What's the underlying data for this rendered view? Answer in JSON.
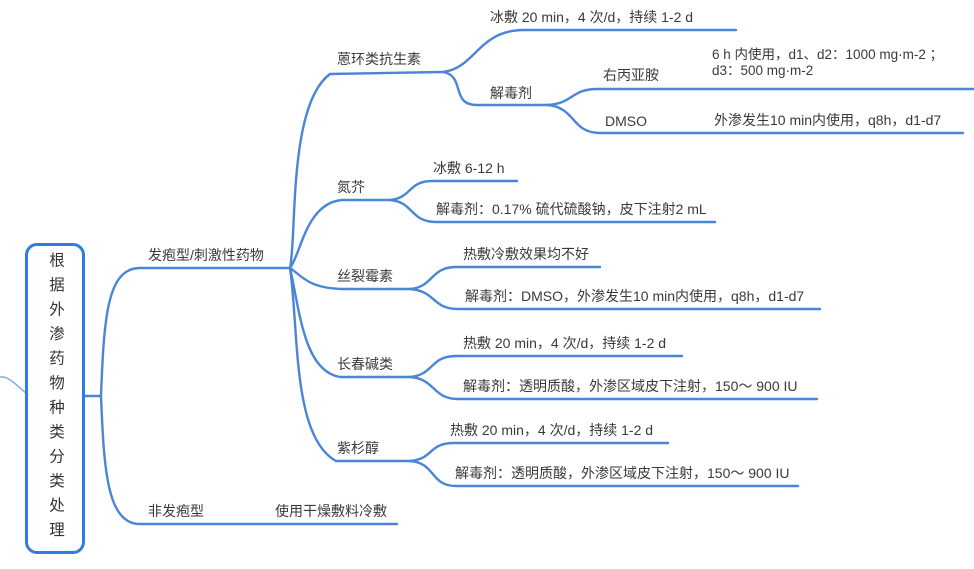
{
  "colors": {
    "edge_line": "#4a86d8",
    "root_border": "#2f7ce4",
    "text": "#3a3a3a",
    "background": "#ffffff",
    "faint_tail": "#85aade"
  },
  "mindmap": {
    "root": "根据外渗药物种类分类处理",
    "branches": [
      {
        "label": "发疱型/刺激性药物",
        "children": [
          {
            "label": "蒽环类抗生素",
            "children": [
              {
                "label": "冰敷 20 min，4 次/d，持续 1-2 d"
              },
              {
                "label": "解毒剂",
                "children": [
                  {
                    "label": "右丙亚胺",
                    "detail_line1": "6 h 内使用，d1、d2：1000 mg·m-2 ；",
                    "detail_line2": "d3：500 mg·m-2"
                  },
                  {
                    "label": "DMSO",
                    "detail": "外渗发生10 min内使用，q8h，d1-d7"
                  }
                ]
              }
            ]
          },
          {
            "label": "氮芥",
            "children": [
              {
                "label": "冰敷 6-12 h"
              },
              {
                "label": "解毒剂：0.17% 硫代硫酸钠，皮下注射2 mL"
              }
            ]
          },
          {
            "label": "丝裂霉素",
            "children": [
              {
                "label": "热敷冷敷效果均不好"
              },
              {
                "label": "解毒剂：DMSO，外渗发生10 min内使用，q8h，d1-d7"
              }
            ]
          },
          {
            "label": "长春碱类",
            "children": [
              {
                "label": "热敷 20 min，4 次/d，持续 1-2 d"
              },
              {
                "label": "解毒剂：透明质酸，外渗区域皮下注射，150～ 900 IU"
              }
            ]
          },
          {
            "label": "紫杉醇",
            "children": [
              {
                "label": "热敷 20 min，4 次/d，持续 1-2 d"
              },
              {
                "label": "解毒剂：透明质酸，外渗区域皮下注射，150～ 900 IU"
              }
            ]
          }
        ]
      },
      {
        "label": "非发疱型",
        "children": [
          {
            "label": "使用干燥敷料冷敷"
          }
        ]
      }
    ]
  }
}
